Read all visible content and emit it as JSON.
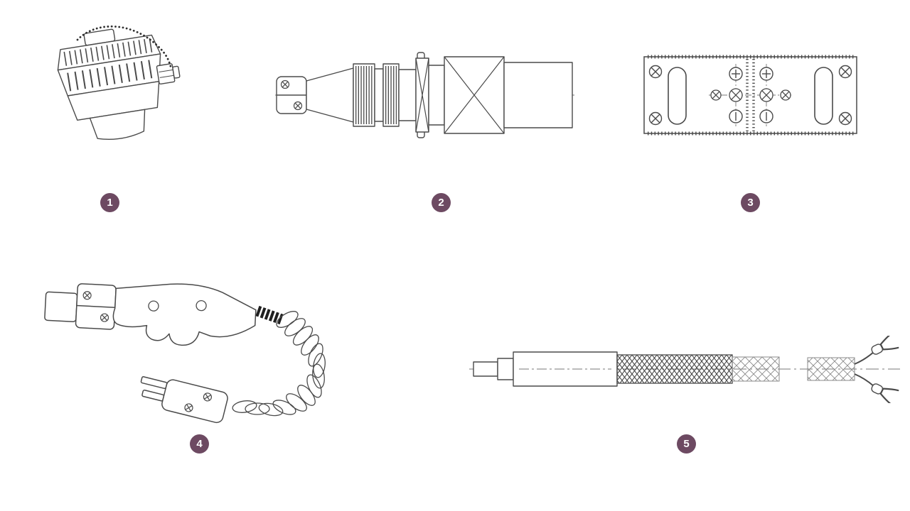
{
  "theme": {
    "background": "#ffffff",
    "badge-bg": "#6d4a62",
    "badge-text": "#ffffff",
    "line-color": "#4a4a4a"
  },
  "items": [
    {
      "label": "1",
      "name": "thermocouple-connection-head"
    },
    {
      "label": "2",
      "name": "cable-connector-plug"
    },
    {
      "label": "3",
      "name": "thermocouple-panel-jack"
    },
    {
      "label": "4",
      "name": "handheld-probe-with-coiled-cable-and-plug"
    },
    {
      "label": "5",
      "name": "probe-with-braided-leads-and-spade-terminals"
    }
  ]
}
